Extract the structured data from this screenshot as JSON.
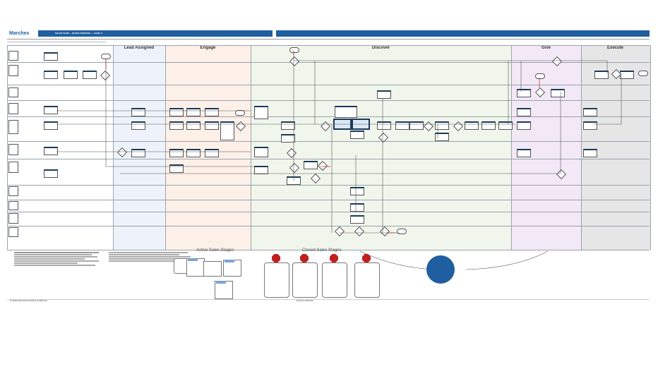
{
  "header": {
    "logo_text": "Marchex",
    "title_strip": "SALES TEAM — QUOTE PROCESS — LEVEL 2",
    "brand_color": "#1f5f9f"
  },
  "stages": [
    {
      "label": "Lead Assigned",
      "color": "#eef3fb"
    },
    {
      "label": "Engage",
      "color": "#fdf0e8"
    },
    {
      "label": "Discover",
      "color": "#f1f6ec"
    },
    {
      "label": "Give",
      "color": "#f3e8f6"
    },
    {
      "label": "Execute",
      "color": "#e6e6e6"
    }
  ],
  "legend": {
    "active_title": "Active Sales Stages",
    "closed_title": "Closed Sales Stages"
  },
  "footer": {
    "left": "Confidential and Proprietary to Marchex",
    "center": "Process Narrative"
  }
}
